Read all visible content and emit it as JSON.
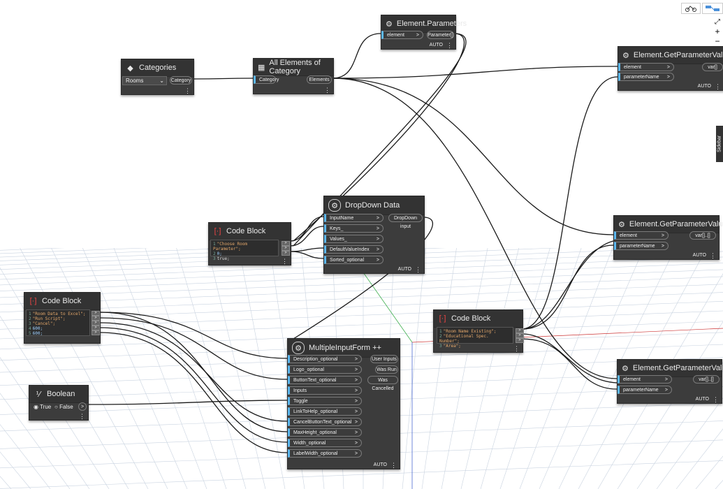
{
  "nodes": {
    "categories": {
      "title": "Categories",
      "dropdown_value": "Rooms",
      "out": "Category"
    },
    "all_elements": {
      "title": "All Elements of Category",
      "in": "Category",
      "out": "Elements"
    },
    "elem_params": {
      "title": "Element.Parameters",
      "in": "element",
      "out": "Parameter[]",
      "footer": "AUTO"
    },
    "gpv1": {
      "title": "Element.GetParameterValueByName",
      "in1": "element",
      "in2": "parameterName",
      "out": "var[]",
      "footer": "AUTO"
    },
    "gpv2": {
      "title": "Element.GetParameterValueByName",
      "in1": "element",
      "in2": "parameterName",
      "out": "var[]..[]",
      "footer": "AUTO"
    },
    "gpv3": {
      "title": "Element.GetParameterValueByName",
      "in1": "element",
      "in2": "parameterName",
      "out": "var[]..[]",
      "footer": "AUTO"
    },
    "code1": {
      "title": "Code Block",
      "lines": [
        {
          "n": "1",
          "t": "\"Choose Room Parameter\";",
          "k": "s"
        },
        {
          "n": "2",
          "t": "0;",
          "k": "n"
        },
        {
          "n": "3",
          "t": "true;",
          "k": "p"
        }
      ]
    },
    "dropdown": {
      "title": "DropDown Data",
      "inputs": [
        "InputName",
        "Keys_",
        "Values_",
        "DefaultValueIndex",
        "Sorted_optional"
      ],
      "out": "DropDown input",
      "footer": "AUTO"
    },
    "code2": {
      "title": "Code Block",
      "lines": [
        {
          "n": "1",
          "t": "\"Room Data to Excel\";",
          "k": "s"
        },
        {
          "n": "2",
          "t": "\"Run Script\";",
          "k": "s"
        },
        {
          "n": "3",
          "t": "\"Cancel\";",
          "k": "s"
        },
        {
          "n": "4",
          "t": "600;",
          "k": "n"
        },
        {
          "n": "5",
          "t": "600;",
          "k": "n"
        }
      ]
    },
    "code3": {
      "title": "Code Block",
      "lines": [
        {
          "n": "1",
          "t": "\"Room Name Existing\";",
          "k": "s"
        },
        {
          "n": "2",
          "t": "\"Educational Spec. Number\";",
          "k": "s"
        },
        {
          "n": "3",
          "t": "\"Area\";",
          "k": "s"
        }
      ]
    },
    "mif": {
      "title": "MultipleInputForm ++",
      "inputs": [
        "Description_optional",
        "Logo_optional",
        "ButtonText_optional",
        "Inputs",
        "Toggle",
        "LinkToHelp_optional",
        "CancelButtonText_optional",
        "MaxHeight_optional",
        "Width_optional",
        "LabelWidth_optional"
      ],
      "outs": [
        "User Inputs",
        "Was Run",
        "Was Cancelled"
      ],
      "footer": "AUTO"
    },
    "boolean": {
      "title": "Boolean",
      "true_label": "True",
      "false_label": "False",
      "out": ">"
    }
  },
  "sidebar": {
    "label": "Sidebar"
  },
  "arrow": ">",
  "colors": {
    "node": "#3c3c3c",
    "header": "#333333",
    "port_accent": "#5cb8f0",
    "wire": "#1a1a1a",
    "grid": "#c9d3e0"
  }
}
